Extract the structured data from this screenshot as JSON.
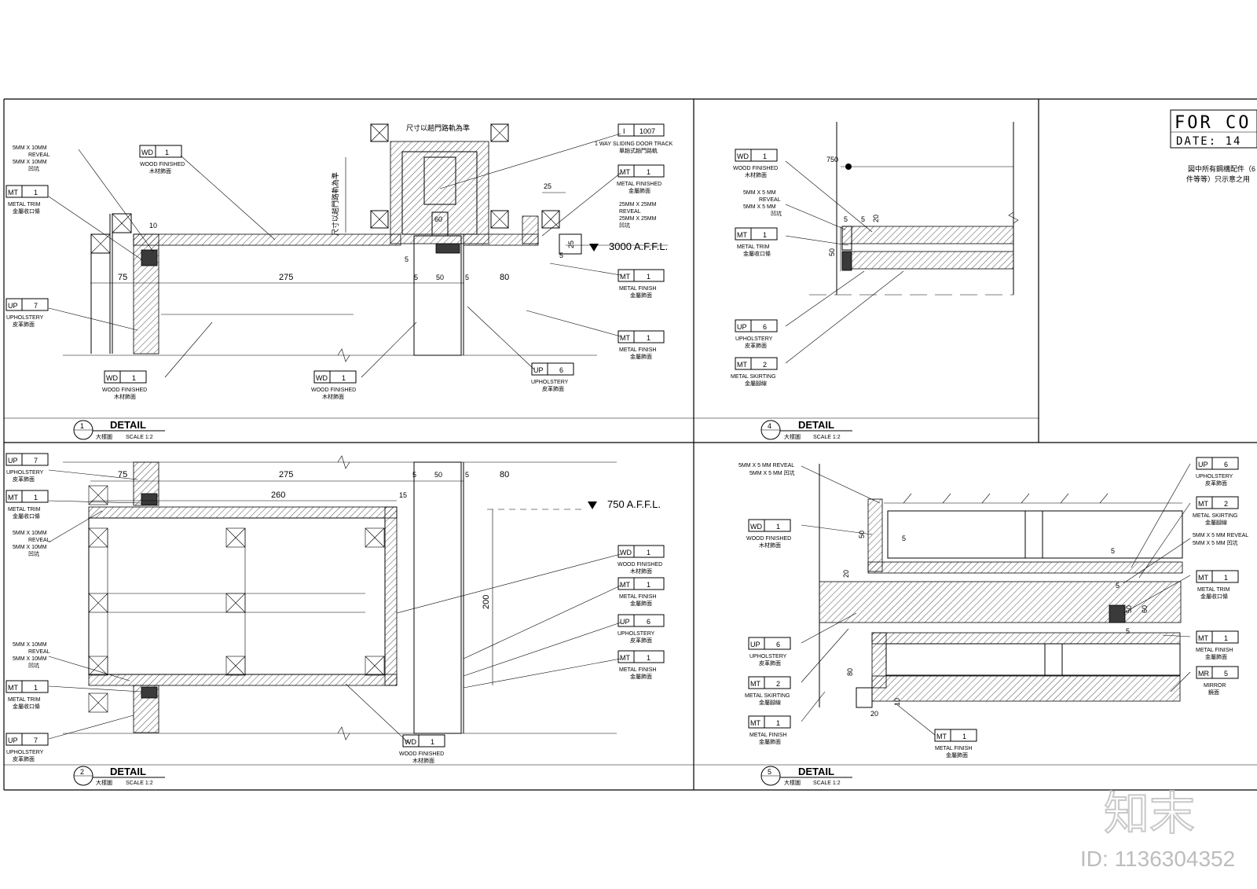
{
  "stamp": {
    "line1": "FOR CO",
    "line2": "DATE: 14",
    "note_line1": "図中所有鋼構配件（6",
    "note_line2": "件等等）只示意之用"
  },
  "details": [
    {
      "number": "1",
      "title": "DETAIL",
      "subtitle": "大樣圖",
      "scale": "SCALE 1:2"
    },
    {
      "number": "2",
      "title": "DETAIL",
      "subtitle": "大樣圖",
      "scale": "SCALE 1:2"
    },
    {
      "number": "4",
      "title": "DETAIL",
      "subtitle": "大樣圖",
      "scale": "SCALE 1:2"
    },
    {
      "number": "5",
      "title": "DETAIL",
      "subtitle": "大樣圖",
      "scale": "SCALE 1:2"
    }
  ],
  "detail1": {
    "track_top_note": "尺寸以趟門路軌為準",
    "track_side_note": "尺寸以趟門路軌為準",
    "tag_track": {
      "code": "I",
      "num": "1007",
      "desc": "1 WAY SLIDING DOOR TRACK",
      "desc_cn": "單趟式趟門路軌"
    },
    "tag_wd_top": {
      "code": "WD",
      "num": "1",
      "desc": "WOOD FINISHED",
      "desc_cn": "木材飾面"
    },
    "tag_mt_top": {
      "code": "MT",
      "num": "1",
      "desc": "METAL FINISHED",
      "desc_cn": "金屬飾面"
    },
    "reveal_25_a": "25MM X 25MM",
    "reveal_25_b": "REVEAL",
    "reveal_25_c": "25MM X 25MM",
    "reveal_25_d": "凹坑",
    "reveal_5_a": "5MM X 10MM",
    "reveal_5_b": "REVEAL",
    "reveal_5_c": "5MM X 10MM",
    "reveal_5_d": "凹坑",
    "tag_mt_left": {
      "code": "MT",
      "num": "1",
      "desc": "METAL TRIM",
      "desc_cn": "金屬收口條"
    },
    "tag_up_left": {
      "code": "UP",
      "num": "7",
      "desc": "UPHOLSTERY",
      "desc_cn": "皮革飾面"
    },
    "tag_wd_bl": {
      "code": "WD",
      "num": "1",
      "desc": "WOOD FINISHED",
      "desc_cn": "木材飾面"
    },
    "tag_wd_bm": {
      "code": "WD",
      "num": "1",
      "desc": "WOOD FINISHED",
      "desc_cn": "木材飾面"
    },
    "tag_up_bm": {
      "code": "UP",
      "num": "6",
      "desc": "UPHOLSTERY",
      "desc_cn": "皮革飾面"
    },
    "tag_mt_r1": {
      "code": "MT",
      "num": "1",
      "desc": "METAL FINISH",
      "desc_cn": "金屬飾面"
    },
    "tag_mt_r2": {
      "code": "MT",
      "num": "1",
      "desc": "METAL FINISH",
      "desc_cn": "金屬飾面"
    },
    "level": "3000 A.F.F.L.",
    "dims": {
      "d75": "75",
      "d275": "275",
      "d10": "10",
      "d60": "60",
      "d5a": "5",
      "d5b": "5",
      "d50": "50",
      "d5c": "5",
      "d80": "80",
      "d25a": "25",
      "d25b": "25",
      "d5d": "5"
    }
  },
  "detail2": {
    "tag_up_tl": {
      "code": "UP",
      "num": "7",
      "desc": "UPHOLSTERY",
      "desc_cn": "皮革飾面"
    },
    "tag_mt_tl": {
      "code": "MT",
      "num": "1",
      "desc": "METAL TRIM",
      "desc_cn": "金屬收口條"
    },
    "reveal_a": "5MM X 10MM",
    "reveal_b": "REVEAL",
    "reveal_c": "5MM X 10MM",
    "reveal_d": "凹坑",
    "tag_mt_bl": {
      "code": "MT",
      "num": "1",
      "desc": "METAL TRIM",
      "desc_cn": "金屬收口條"
    },
    "tag_up_bl": {
      "code": "UP",
      "num": "7",
      "desc": "UPHOLSTERY",
      "desc_cn": "皮革飾面"
    },
    "tag_wd_r": {
      "code": "WD",
      "num": "1",
      "desc": "WOOD FINISHED",
      "desc_cn": "木材飾面"
    },
    "tag_mt_r1": {
      "code": "MT",
      "num": "1",
      "desc": "METAL FINISH",
      "desc_cn": "金屬飾面"
    },
    "tag_up_r": {
      "code": "UP",
      "num": "6",
      "desc": "UPHOLSTERY",
      "desc_cn": "皮革飾面"
    },
    "tag_mt_r2": {
      "code": "MT",
      "num": "1",
      "desc": "METAL FINISH",
      "desc_cn": "金屬飾面"
    },
    "tag_wd_b": {
      "code": "WD",
      "num": "1",
      "desc": "WOOD FINISHED",
      "desc_cn": "木材飾面"
    },
    "level": "750 A.F.F.L.",
    "dims": {
      "d75": "75",
      "d275": "275",
      "d260": "260",
      "d15": "15",
      "d5": "5",
      "d50": "50",
      "d5b": "5",
      "d80": "80",
      "d200": "200"
    }
  },
  "detail4": {
    "tag_wd": {
      "code": "WD",
      "num": "1",
      "desc": "WOOD FINISHED",
      "desc_cn": "木材飾面"
    },
    "reveal_a": "5MM X 5 MM",
    "reveal_b": "REVEAL",
    "reveal_c": "5MM X 5 MM",
    "reveal_d": "凹坑",
    "tag_mt": {
      "code": "MT",
      "num": "1",
      "desc": "METAL TRIM",
      "desc_cn": "金屬收口條"
    },
    "tag_up": {
      "code": "UP",
      "num": "6",
      "desc": "UPHOLSTERY",
      "desc_cn": "皮革飾面"
    },
    "tag_mt2": {
      "code": "MT",
      "num": "2",
      "desc": "METAL SKIRTING",
      "desc_cn": "金屬腳線"
    },
    "dims": {
      "d750": "750",
      "d5a": "5",
      "d5b": "5",
      "d20": "20",
      "d50": "50"
    }
  },
  "detail5": {
    "reveal_top_a": "5MM X 5 MM REVEAL",
    "reveal_top_b": "5MM X 5 MM 凹坑",
    "tag_wd": {
      "code": "WD",
      "num": "1",
      "desc": "WOOD FINISHED",
      "desc_cn": "木材飾面"
    },
    "tag_up_l": {
      "code": "UP",
      "num": "6",
      "desc": "UPHOLSTERY",
      "desc_cn": "皮革飾面"
    },
    "tag_mt_l1": {
      "code": "MT",
      "num": "2",
      "desc": "METAL SKIRTING",
      "desc_cn": "金屬腳線"
    },
    "tag_mt_l2": {
      "code": "MT",
      "num": "1",
      "desc": "METAL FINISH",
      "desc_cn": "金屬飾面"
    },
    "tag_mt_b": {
      "code": "MT",
      "num": "1",
      "desc": "METAL FINISH",
      "desc_cn": "金屬飾面"
    },
    "tag_up_r": {
      "code": "UP",
      "num": "6",
      "desc": "UPHOLSTERY",
      "desc_cn": "皮革飾面"
    },
    "tag_mt_r1": {
      "code": "MT",
      "num": "2",
      "desc": "METAL SKIRTING",
      "desc_cn": "金屬腳線"
    },
    "reveal_r_a": "5MM X 5 MM REVEAL",
    "reveal_r_b": "5MM X 5 MM 凹坑",
    "tag_mt_r2": {
      "code": "MT",
      "num": "1",
      "desc": "METAL TRIM",
      "desc_cn": "金屬收口條"
    },
    "tag_mt_r3": {
      "code": "MT",
      "num": "1",
      "desc": "METAL FINISH",
      "desc_cn": "金屬飾面"
    },
    "tag_mr": {
      "code": "MR",
      "num": "5",
      "desc": "MIRROR",
      "desc_cn": "鏡面"
    },
    "dims": {
      "d50": "50",
      "d5": "5",
      "d20a": "20",
      "d80": "80",
      "d20b": "20",
      "d10": "10",
      "d50b": "50",
      "d60": "60",
      "d5b": "5",
      "d5c": "5",
      "d5d": "5"
    }
  },
  "branding": {
    "logo": "知末",
    "id": "ID: 1136304352"
  }
}
